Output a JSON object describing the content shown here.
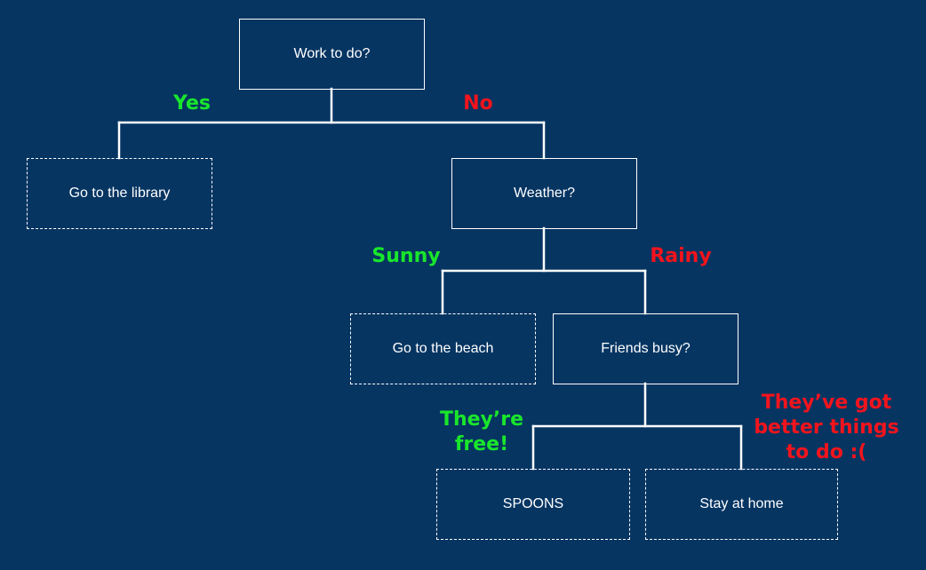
{
  "colors": {
    "background": "#063562",
    "box_border": "#ffffff",
    "positive_branch": "#19e62b",
    "negative_branch": "#f2141d"
  },
  "nodes": {
    "work": "Work to do?",
    "library": "Go to the library",
    "weather": "Weather?",
    "beach": "Go to the beach",
    "friends": "Friends busy?",
    "spoons": "SPOONS",
    "home": "Stay at home"
  },
  "branches": {
    "yes": "Yes",
    "no": "No",
    "sunny": "Sunny",
    "rainy": "Rainy",
    "free_line1": "They’re",
    "free_line2": "free!",
    "busy_line1": "They’ve got",
    "busy_line2": "better things",
    "busy_line3": "to do :("
  }
}
